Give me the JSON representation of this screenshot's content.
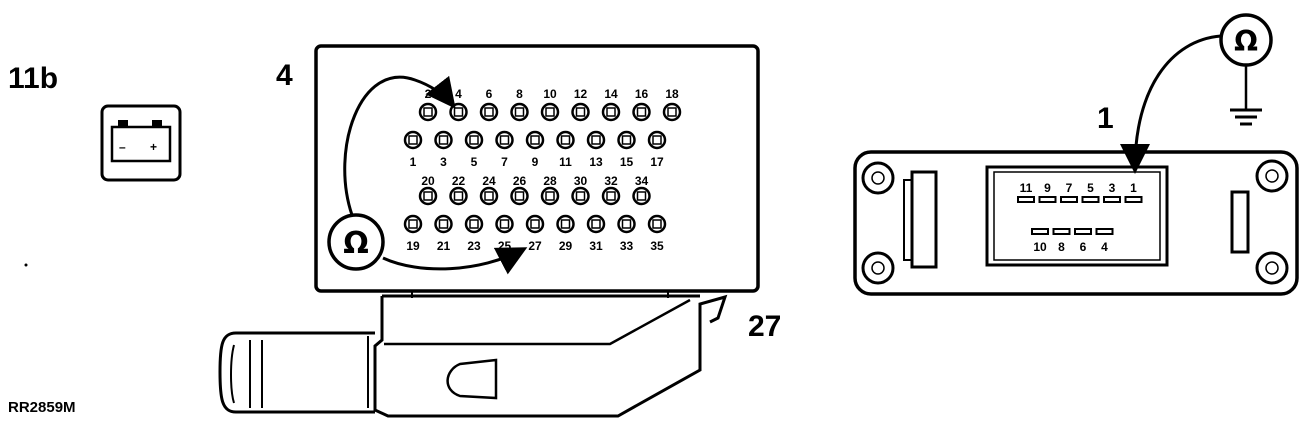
{
  "labels": {
    "step": "11b",
    "main_connector": "4",
    "pin_ref": "27",
    "ecu_pin": "1",
    "figure_ref": "RR2859M"
  },
  "meter_symbol": "Ω",
  "icons": {
    "battery": "battery-icon",
    "ohmmeter": "ohmmeter-icon",
    "ground": "ground-icon"
  },
  "battery_symbols": {
    "minus": "–",
    "plus": "+"
  },
  "connector_a": {
    "row1_labels": [
      "2",
      "4",
      "6",
      "8",
      "10",
      "12",
      "14",
      "16",
      "18"
    ],
    "row2_labels": [
      "1",
      "3",
      "5",
      "7",
      "9",
      "11",
      "13",
      "15",
      "17"
    ],
    "row3_labels": [
      "20",
      "22",
      "24",
      "26",
      "28",
      "30",
      "32",
      "34"
    ],
    "row4_labels": [
      "19",
      "21",
      "23",
      "25",
      "27",
      "29",
      "31",
      "33",
      "35"
    ]
  },
  "connector_b": {
    "top_labels": [
      "11",
      "9",
      "7",
      "5",
      "3",
      "1"
    ],
    "bottom_labels": [
      "10",
      "8",
      "6",
      "4"
    ]
  }
}
